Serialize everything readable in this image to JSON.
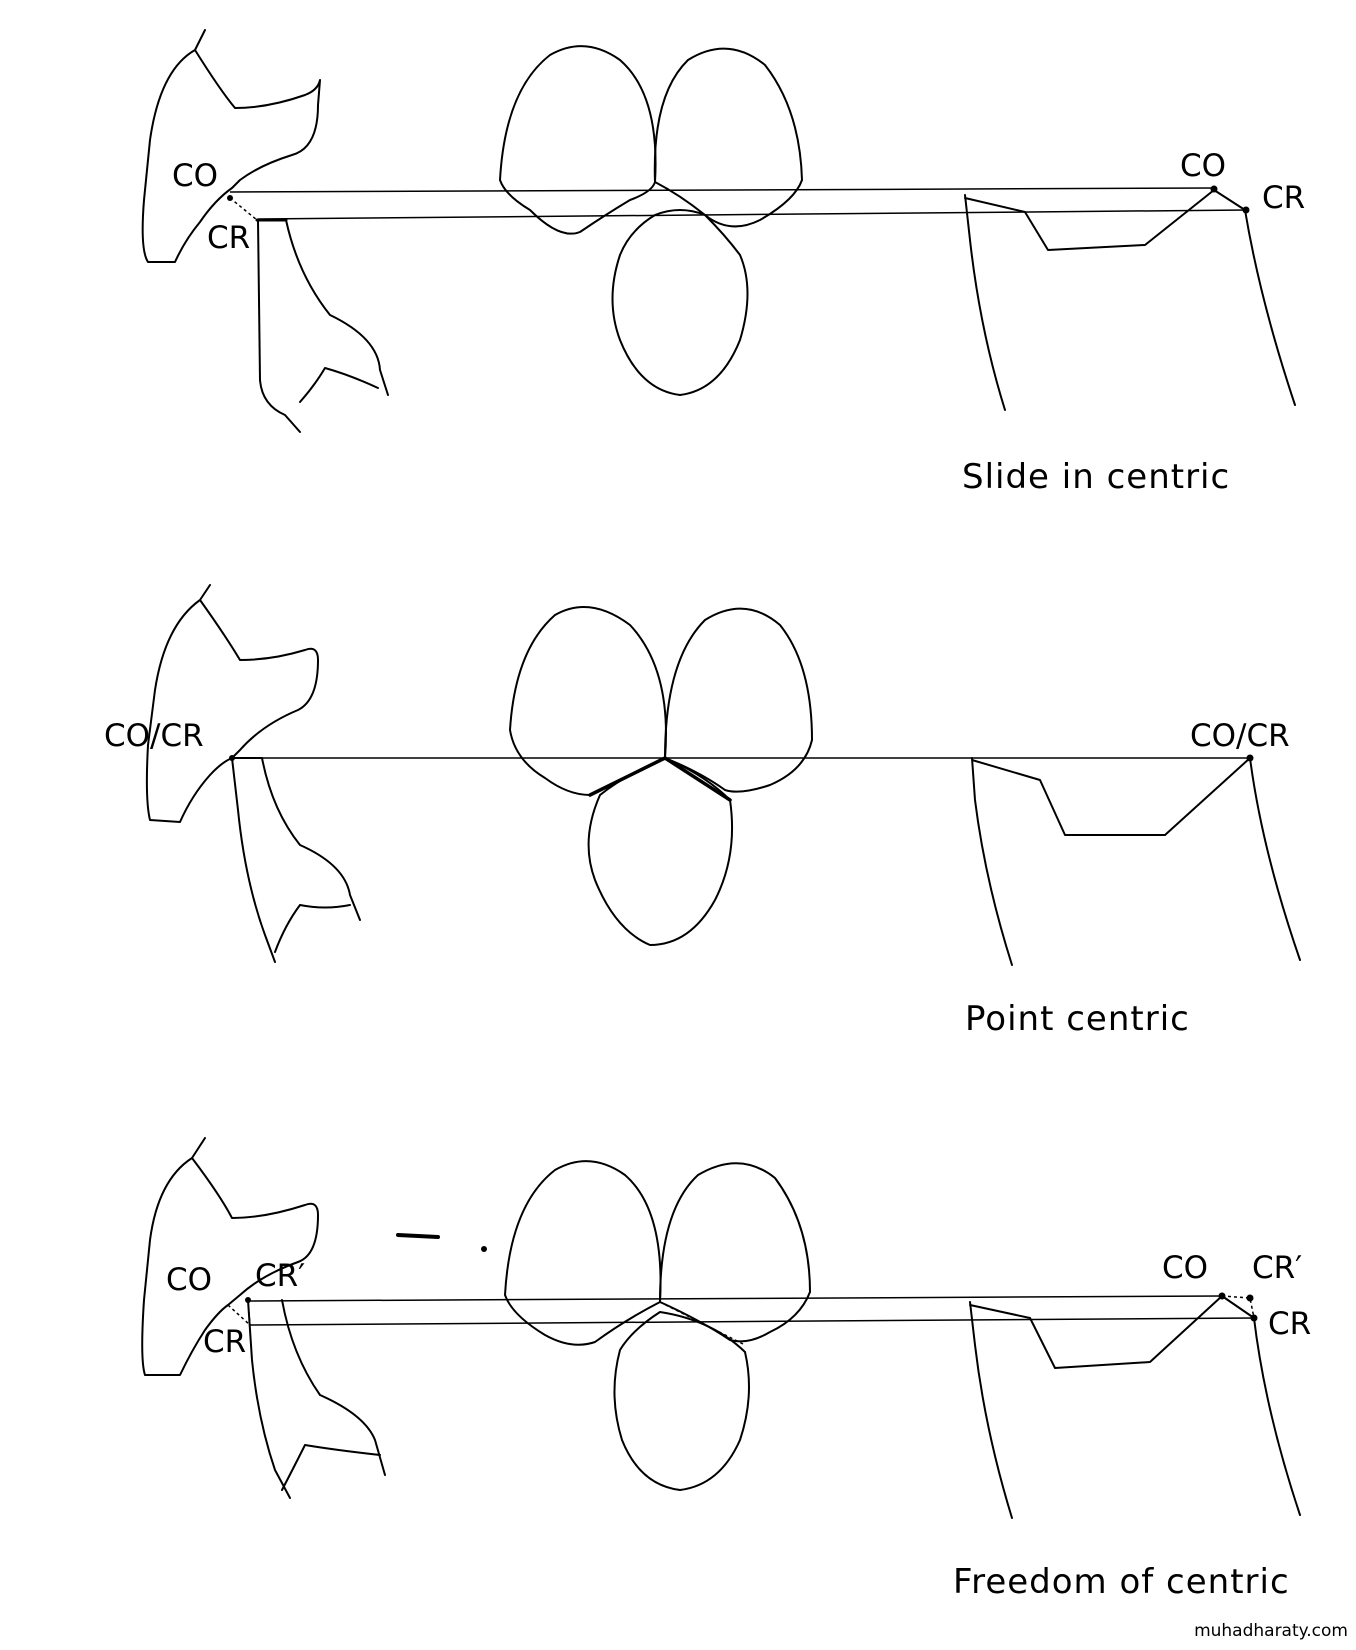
{
  "panels": [
    {
      "caption": "Slide in centric",
      "left_labels": [
        "CO",
        "CR"
      ],
      "right_labels": [
        "CO",
        "CR"
      ]
    },
    {
      "caption": "Point centric",
      "left_labels": [
        "CO/CR"
      ],
      "right_labels": [
        "CO/CR"
      ]
    },
    {
      "caption": "Freedom of centric",
      "left_labels": [
        "CO",
        "CR′",
        "CR"
      ],
      "right_labels": [
        "CO",
        "CR′",
        "CR"
      ]
    }
  ],
  "watermark": "muhadharaty.com"
}
